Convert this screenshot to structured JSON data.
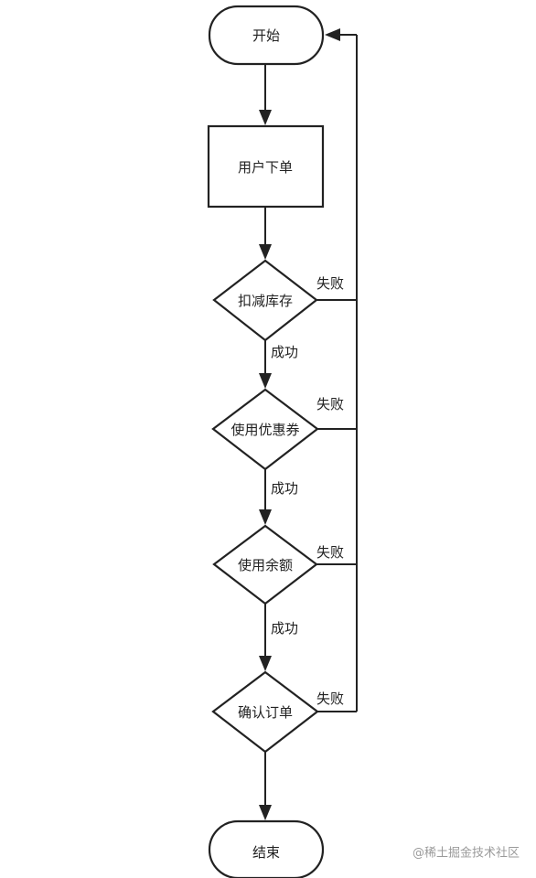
{
  "flowchart": {
    "nodes": {
      "start": "开始",
      "order": "用户下单",
      "deduct_stock": "扣减库存",
      "use_coupon": "使用优惠券",
      "use_balance": "使用余额",
      "confirm_order": "确认订单",
      "end": "结束"
    },
    "edge_labels": {
      "success_1": "成功",
      "success_2": "成功",
      "success_3": "成功",
      "fail_1": "失败",
      "fail_2": "失败",
      "fail_3": "失败",
      "fail_4": "失败"
    }
  },
  "watermark": "@稀土掘金技术社区"
}
